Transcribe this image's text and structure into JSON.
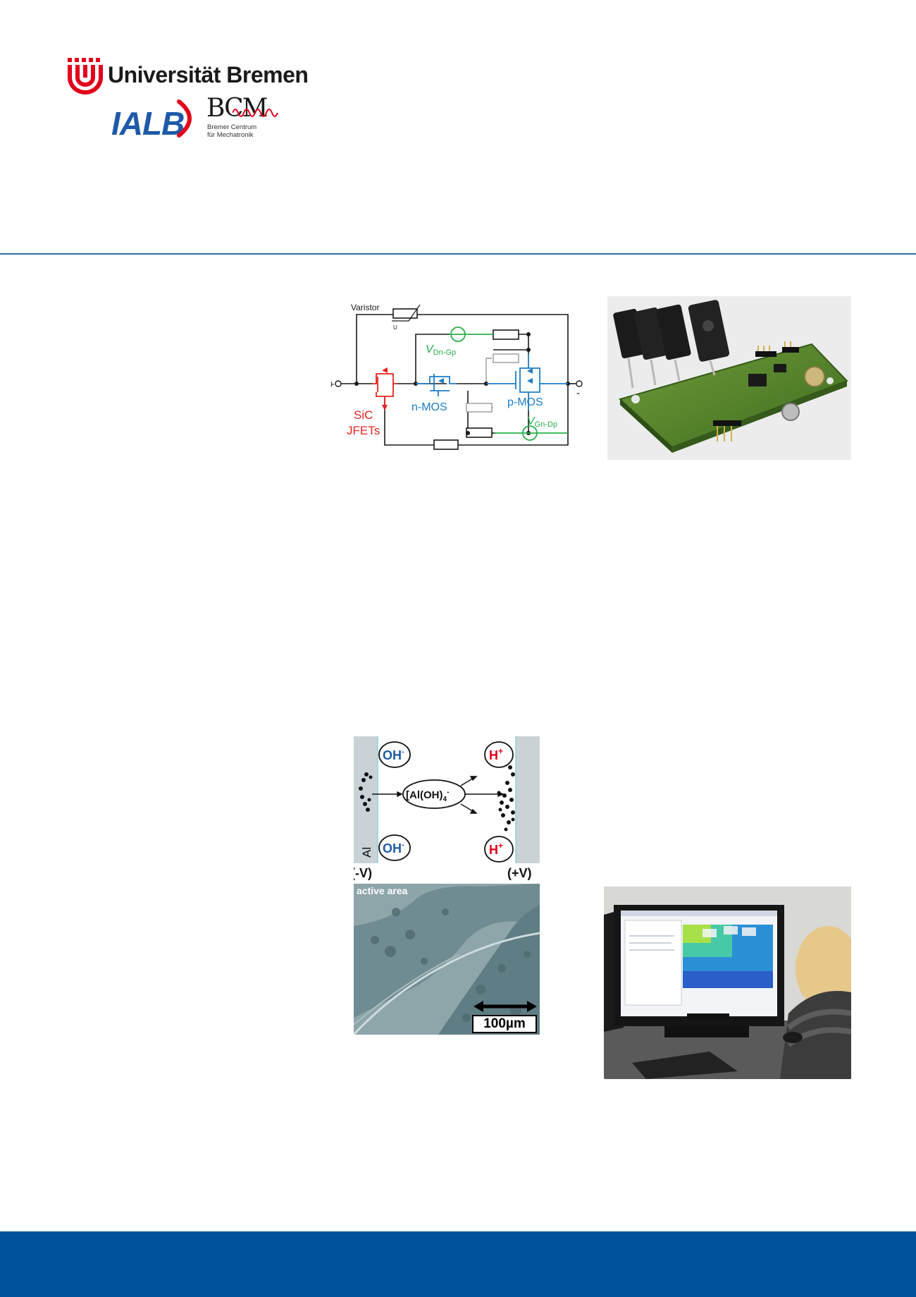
{
  "header": {
    "university_name": "Universität Bremen",
    "institute": "IALB",
    "bcm_mark": "BCM",
    "bcm_subtitle_line1": "Bremer Centrum",
    "bcm_subtitle_line2": "für Mechatronik"
  },
  "colors": {
    "brand_blue": "#00529c",
    "rule_blue": "#2f6db5",
    "uni_red": "#e2001a",
    "circuit_red": "#e8231f",
    "circuit_blue": "#1e7ec8",
    "circuit_green": "#27b24a"
  },
  "circuit": {
    "varistor": "Varistor",
    "u_mark": "U",
    "plus": "+",
    "minus": "-",
    "sic": "SiC",
    "jfets": "JFETs",
    "nmos": "n-MOS",
    "pmos": "p-MOS",
    "v_symbol": "V",
    "v1_sub": "Dn-Gp",
    "v2_sub": "Gn-Dp"
  },
  "electrochem": {
    "oh": "OH",
    "h": "H",
    "complex_a": "[Al(OH)",
    "complex_sub": "4",
    "complex_sup": "-",
    "charge_minus": "-",
    "charge_plus": "+",
    "al_label": "Al",
    "neg_electrode": "(-V)",
    "pos_electrode": "(+V)",
    "active_area": "active area",
    "scale": "100µm"
  },
  "icons": {
    "uni_logo": "university-bremen-u-logo",
    "ialb_swoosh": "ialb-red-arc",
    "bcm_wave": "bcm-red-wave"
  }
}
